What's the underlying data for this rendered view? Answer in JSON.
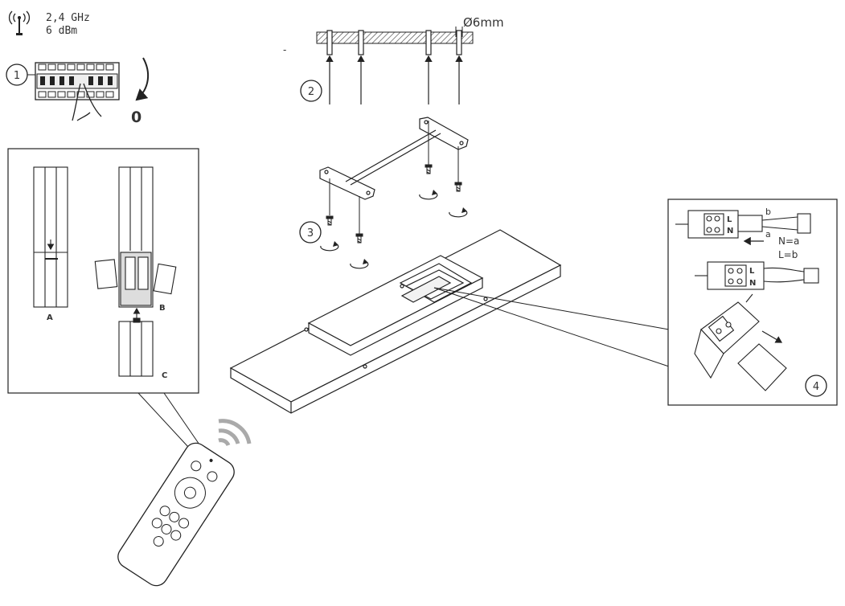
{
  "radio_spec": {
    "frequency": "2,4 GHz",
    "power": "6 dBm"
  },
  "steps": {
    "step1": {
      "label": "1",
      "switch_state": "0"
    },
    "step2": {
      "label": "2",
      "hole_diameter": "Ø6mm",
      "dash": "-"
    },
    "step3": {
      "label": "3"
    },
    "step4": {
      "label": "4",
      "wire_b": "b",
      "wire_a": "a",
      "mapping_n": "N=a",
      "mapping_l": "L=b"
    }
  },
  "remote_panel": {
    "label_a": "A",
    "label_b": "B",
    "label_c": "C"
  },
  "terminal_letters": {
    "l": "L",
    "n": "N"
  },
  "icons": [
    "antenna-icon",
    "rotate-arrow-icon",
    "arrow-icon",
    "wireless-signal-icon"
  ],
  "colors": {
    "line": "#222222",
    "hatch": "#555555",
    "background": "#ffffff"
  }
}
